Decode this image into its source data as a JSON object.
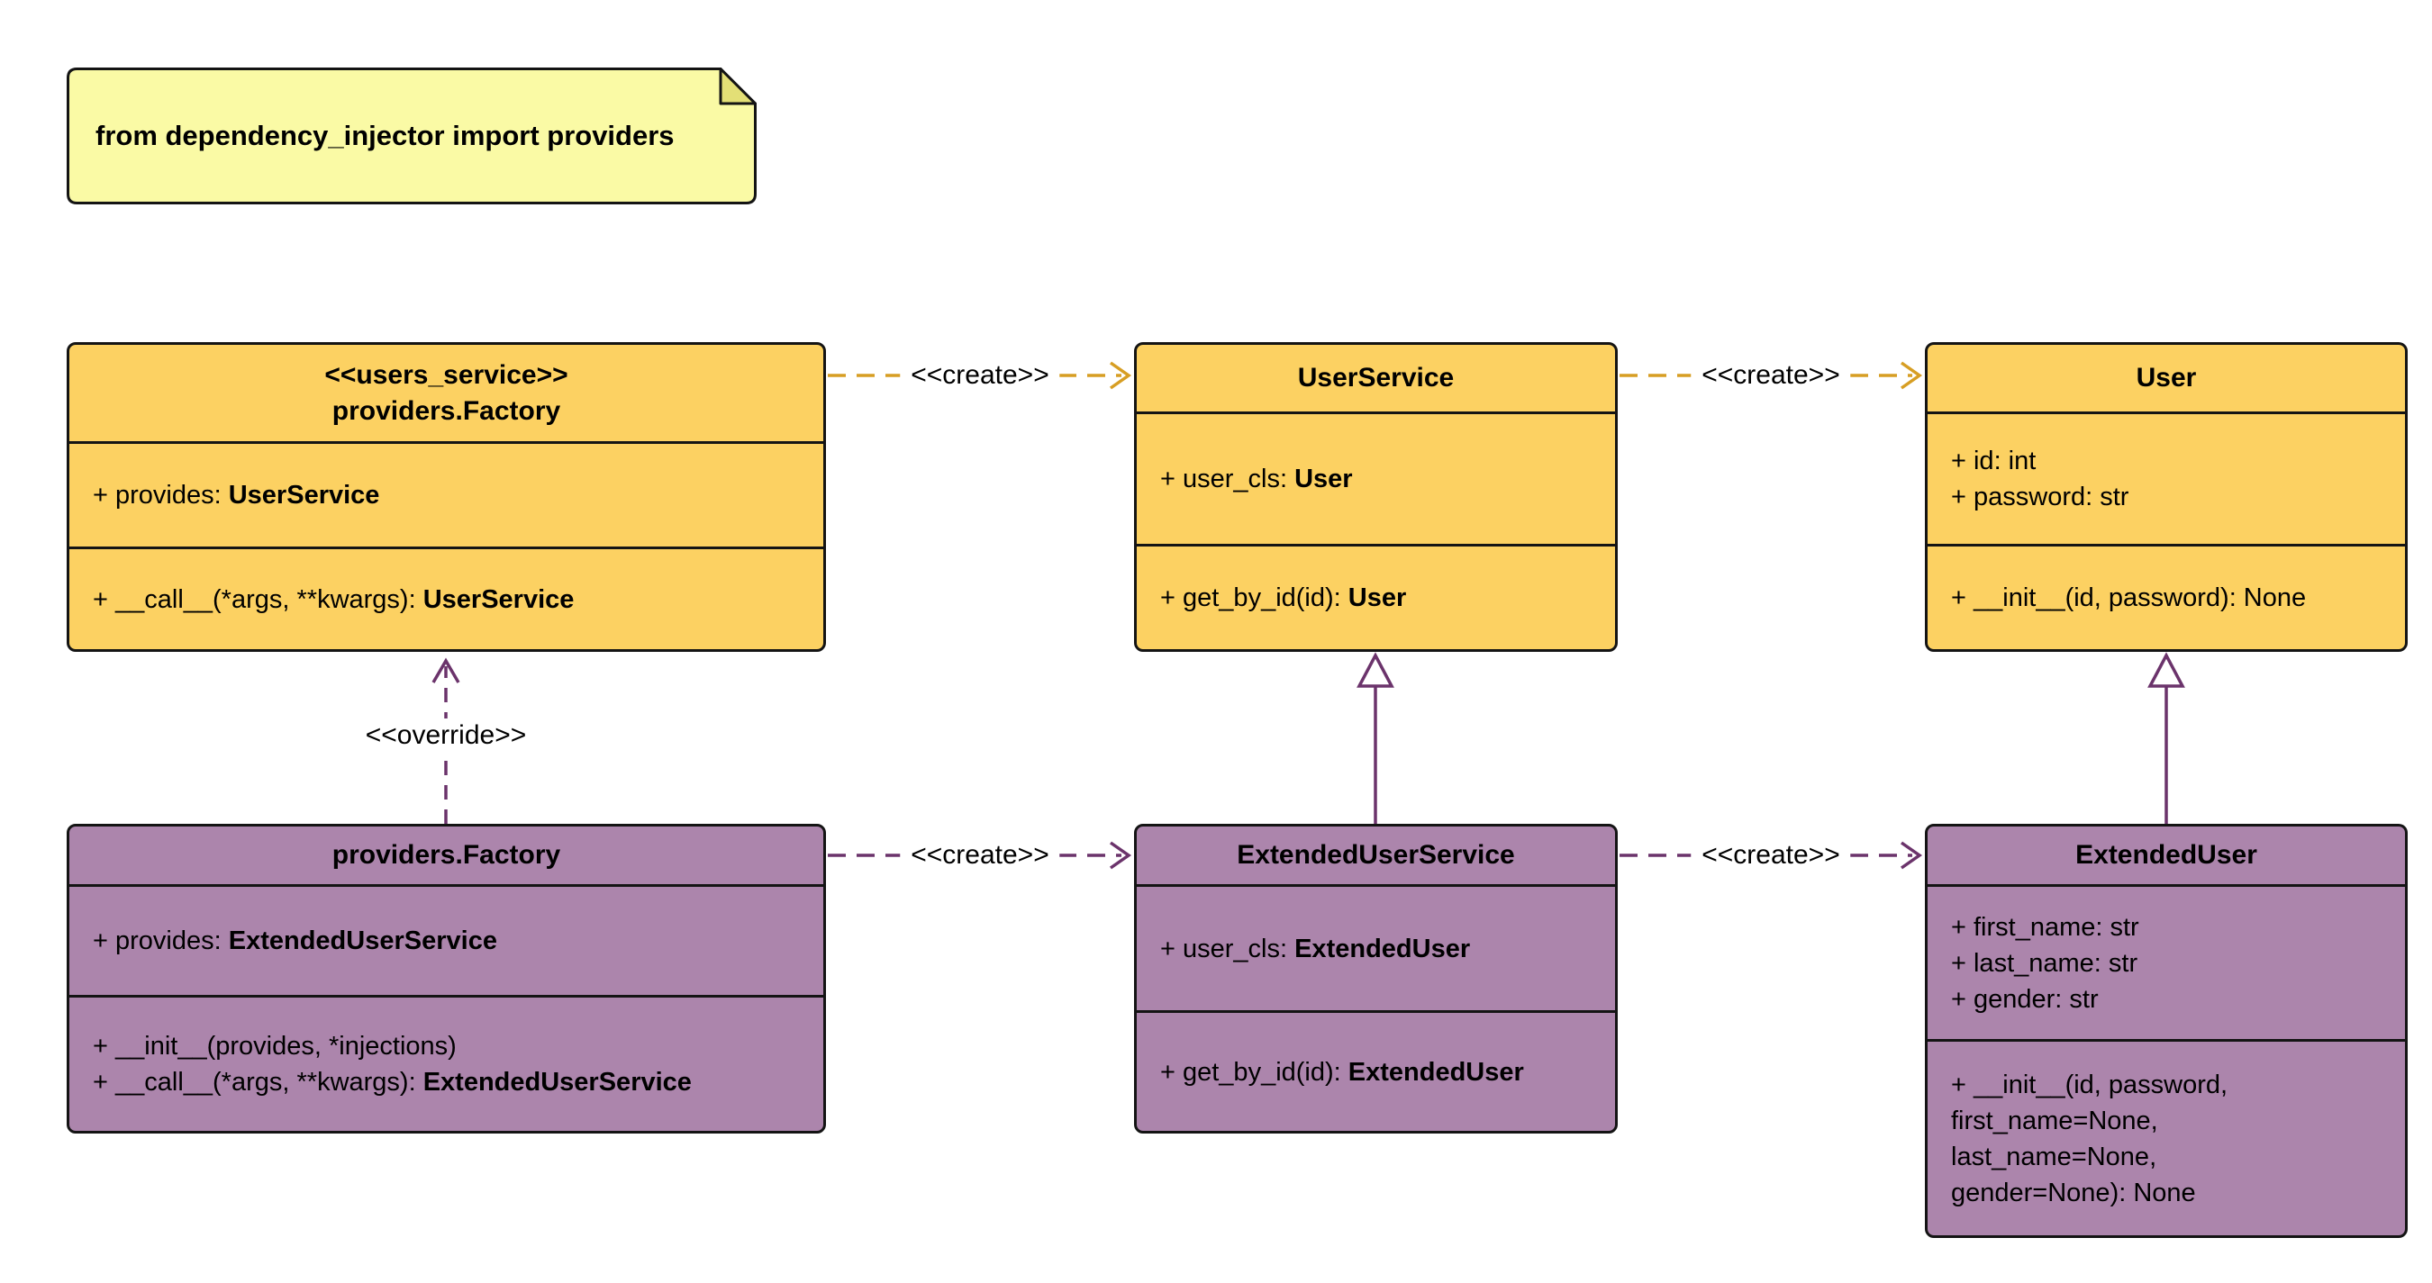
{
  "note": {
    "text": "from dependency_injector import providers"
  },
  "labels": {
    "create": "<<create>>",
    "override": "<<override>>"
  },
  "colors": {
    "yellow_fill": "#FCD162",
    "purple_fill": "#AC85AC",
    "note_fill": "#FAFAA5",
    "note_fold": "#E3DF76",
    "border": "#141414",
    "create_arrow": "#D79E23",
    "purple_arrow": "#6B336B",
    "label_text": "#000000"
  },
  "classes": {
    "factory_top": {
      "stereotype": "<<users_service>>",
      "title": "providers.Factory",
      "attributes": [
        {
          "prefix": "+ provides: ",
          "type": "UserService"
        }
      ],
      "methods": [
        {
          "prefix": "+ __call__(*args, **kwargs): ",
          "type": "UserService"
        }
      ]
    },
    "user_service": {
      "title": "UserService",
      "attributes": [
        {
          "prefix": "+ user_cls: ",
          "type": "User"
        }
      ],
      "methods": [
        {
          "prefix": "+ get_by_id(id): ",
          "type": "User"
        }
      ]
    },
    "user": {
      "title": "User",
      "attributes": [
        {
          "prefix": "+ id: int"
        },
        {
          "prefix": "+ password: str"
        }
      ],
      "methods": [
        {
          "prefix": "+ __init__(id, password): None"
        }
      ]
    },
    "factory_bottom": {
      "title": "providers.Factory",
      "attributes": [
        {
          "prefix": "+ provides: ",
          "type": "ExtendedUserService"
        }
      ],
      "methods": [
        {
          "prefix": "+ __init__(provides, *injections)"
        },
        {
          "prefix": "+ __call__(*args, **kwargs): ",
          "type": "ExtendedUserService"
        }
      ]
    },
    "extended_user_service": {
      "title": "ExtendedUserService",
      "attributes": [
        {
          "prefix": "+ user_cls: ",
          "type": "ExtendedUser"
        }
      ],
      "methods": [
        {
          "prefix": "+ get_by_id(id): ",
          "type": "ExtendedUser"
        }
      ]
    },
    "extended_user": {
      "title": "ExtendedUser",
      "attributes": [
        {
          "prefix": "+ first_name: str"
        },
        {
          "prefix": "+ last_name: str"
        },
        {
          "prefix": "+ gender: str"
        }
      ],
      "methods": [
        {
          "prefix": "+ __init__(id, password,"
        },
        {
          "prefix": "first_name=None,"
        },
        {
          "prefix": "last_name=None,"
        },
        {
          "prefix": "gender=None): None"
        }
      ]
    }
  }
}
